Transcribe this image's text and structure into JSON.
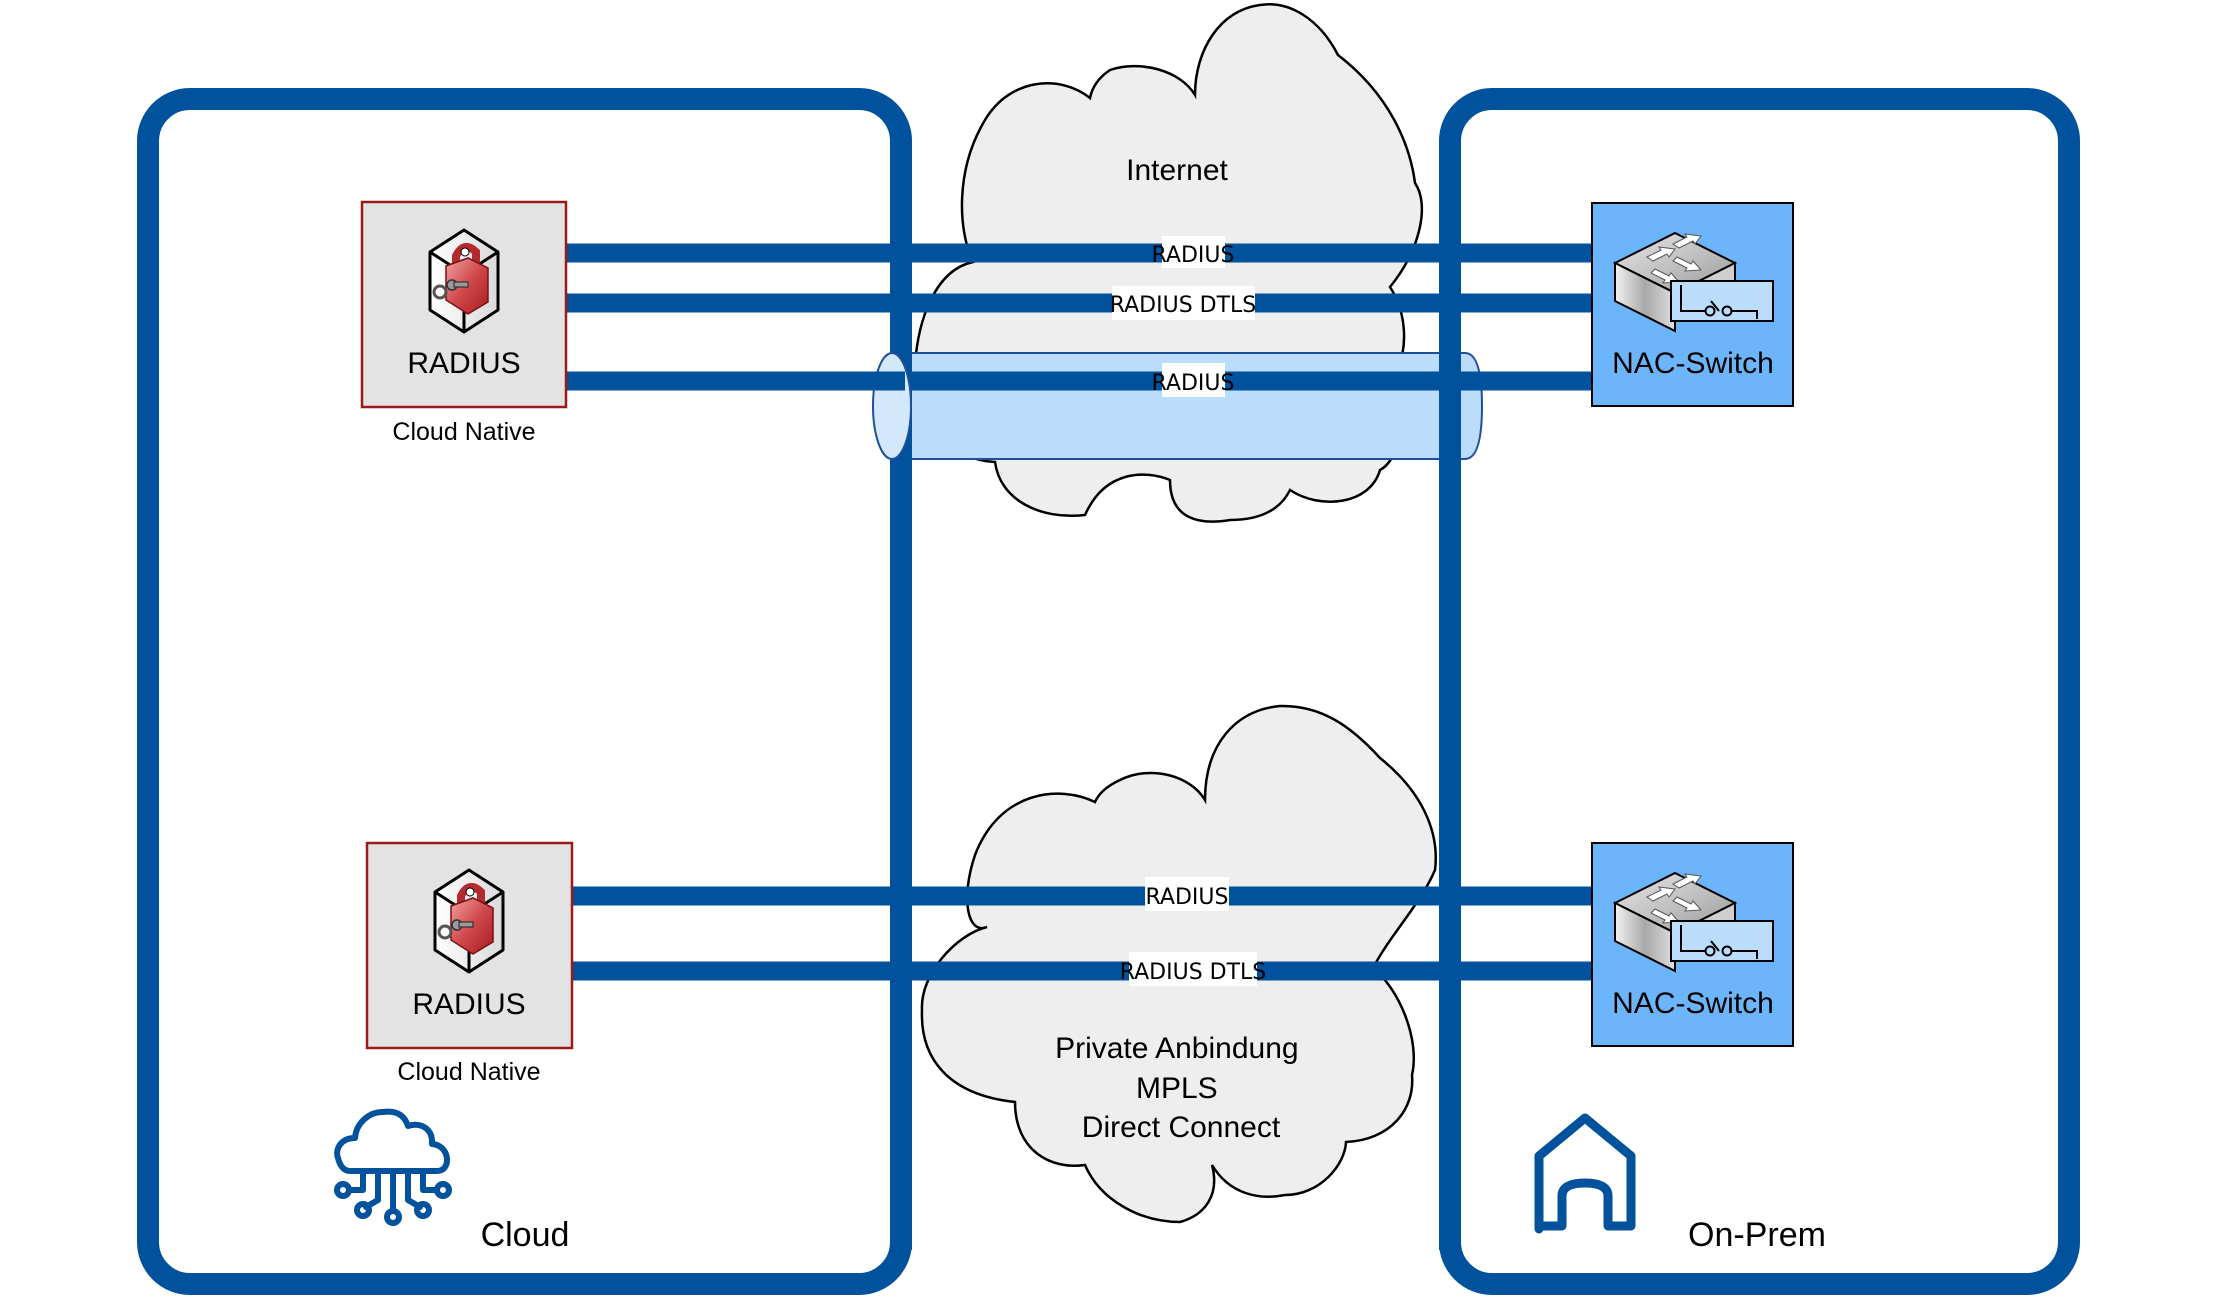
{
  "diagram": {
    "zones": [
      {
        "id": "cloud",
        "label": "Cloud",
        "icon": "cloud-network-icon"
      },
      {
        "id": "onprem",
        "label": "On-Prem",
        "icon": "home-icon"
      }
    ],
    "networks": {
      "internet": {
        "label": "Internet"
      },
      "private": {
        "lines": [
          "Private Anbindung",
          "MPLS",
          "Direct Connect"
        ]
      }
    },
    "nodes": {
      "radius_top": {
        "label": "RADIUS",
        "caption": "Cloud Native",
        "icon": "radius-server-lock-icon"
      },
      "radius_bottom": {
        "label": "RADIUS",
        "caption": "Cloud Native",
        "icon": "radius-server-lock-icon"
      },
      "nac_top": {
        "label": "NAC-Switch",
        "icon": "network-switch-icon"
      },
      "nac_bottom": {
        "label": "NAC-Switch",
        "icon": "network-switch-icon"
      }
    },
    "links": [
      {
        "label": "RADIUS",
        "via": "Internet"
      },
      {
        "label": "RADIUS DTLS",
        "via": "Internet"
      },
      {
        "label": "RADIUS",
        "via": "Internet (Tunnel)"
      },
      {
        "label": "RADIUS",
        "via": "Private Anbindung"
      },
      {
        "label": "RADIUS DTLS",
        "via": "Private Anbindung"
      }
    ],
    "colors": {
      "container": "#00529C",
      "link": "#00529C",
      "cloud_fill": "#EEEEEE",
      "radius_box_fill": "#E3E3E3",
      "radius_box_border": "#9B1B1B",
      "nac_box_fill": "#6DB5FA",
      "tunnel_fill": "#BBDCFB"
    }
  }
}
